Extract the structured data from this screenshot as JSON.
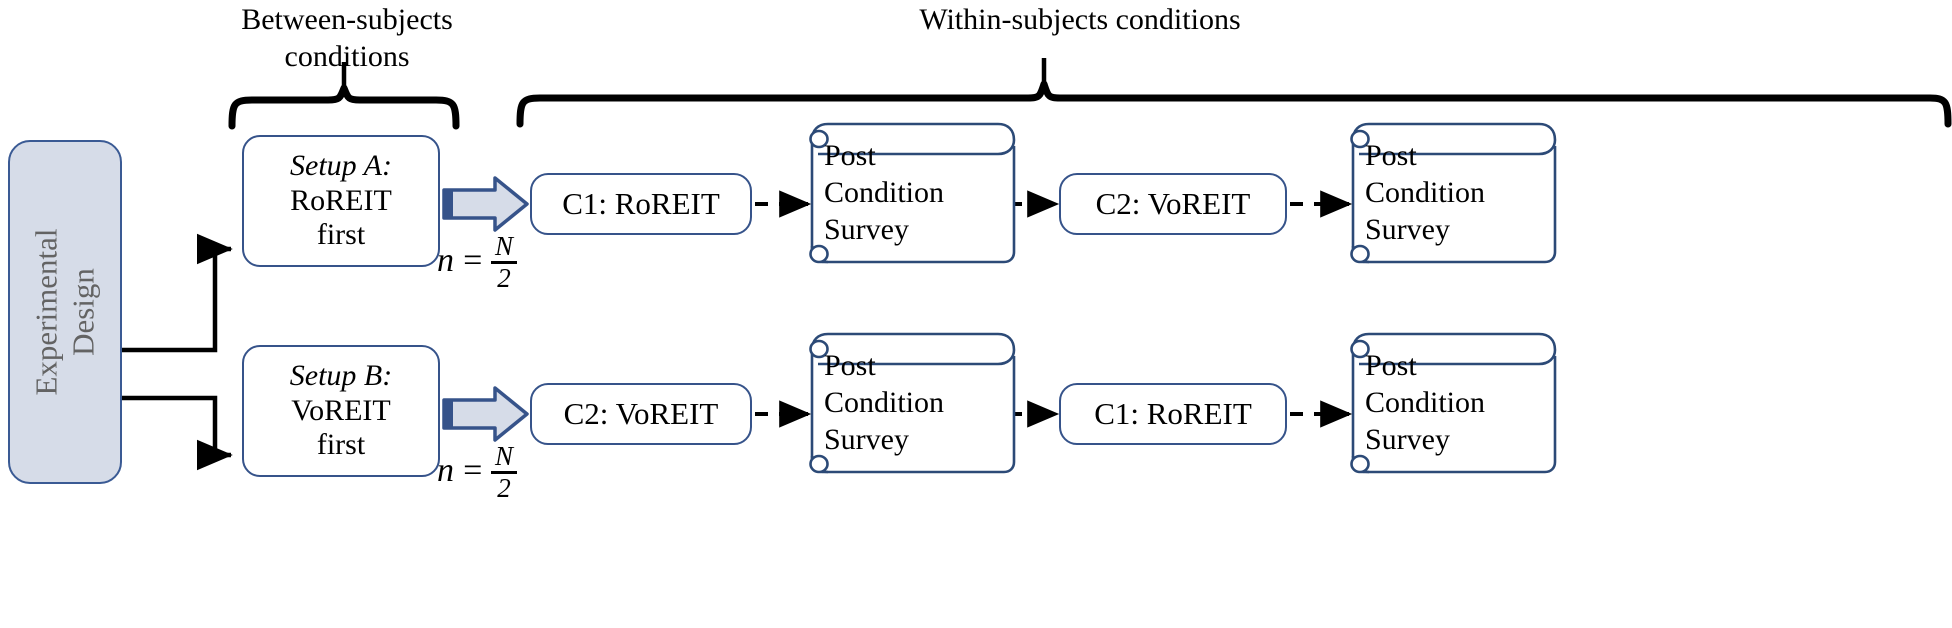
{
  "diagram": {
    "title_group_labels": {
      "between": "Between-subjects\nconditions",
      "within": "Within-subjects conditions"
    },
    "root": {
      "label": "Experimental\nDesign",
      "fill_color": "#d6dce8",
      "border_color": "#3a5a94",
      "text_color": "#636363"
    },
    "arms": [
      {
        "id": "arm-a",
        "setup": {
          "title": "Setup A:",
          "line1": "RoREIT",
          "line2": "first"
        },
        "sample_size": {
          "lhs": "n",
          "eq": "=",
          "numerator": "N",
          "denominator": "2"
        },
        "steps": [
          {
            "type": "condition",
            "label": "C1: RoREIT"
          },
          {
            "type": "survey",
            "label": "Post\nCondition\nSurvey"
          },
          {
            "type": "condition",
            "label": "C2: VoREIT"
          },
          {
            "type": "survey",
            "label": "Post\nCondition\nSurvey"
          }
        ]
      },
      {
        "id": "arm-b",
        "setup": {
          "title": "Setup B:",
          "line1": "VoREIT",
          "line2": "first"
        },
        "sample_size": {
          "lhs": "n",
          "eq": "=",
          "numerator": "N",
          "denominator": "2"
        },
        "steps": [
          {
            "type": "condition",
            "label": "C2: VoREIT"
          },
          {
            "type": "survey",
            "label": "Post\nCondition\nSurvey"
          },
          {
            "type": "condition",
            "label": "C1: RoREIT"
          },
          {
            "type": "survey",
            "label": "Post\nCondition\nSurvey"
          }
        ]
      }
    ],
    "colors": {
      "node_border": "#36538a",
      "doc_border": "#2c4a77",
      "block_arrow_fill": "#d6dce8",
      "block_arrow_border": "#36538a",
      "connector": "#000000",
      "brace": "#000000"
    }
  }
}
